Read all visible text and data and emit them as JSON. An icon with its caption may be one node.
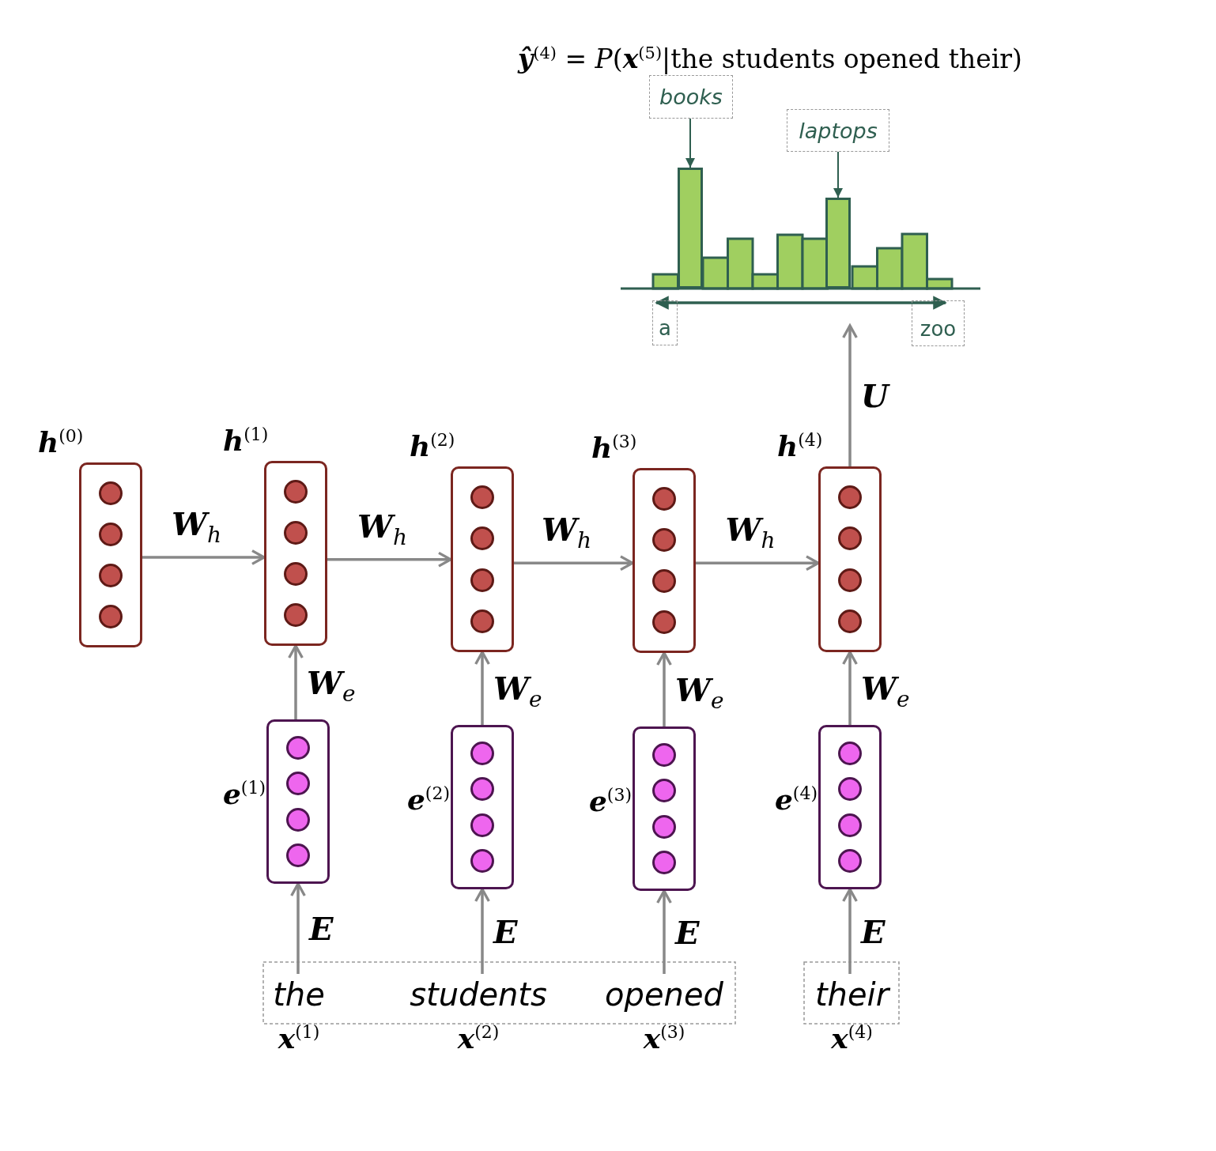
{
  "diagram": {
    "nodes": [
      {
        "text": [
          "h$^{(0)}$"
        ]
      },
      {
        "text": [
          "h$^{(1)}$"
        ]
      },
      {
        "text": [
          "h$^{(2)}$"
        ]
      },
      {
        "text": [
          "h$^{(3)}$"
        ]
      },
      {
        "text": [
          "h$^{(4)}$"
        ]
      },
      {
        "text": [
          "e$^{(1)}$"
        ]
      },
      {
        "text": [
          "e$^{(2)}$"
        ]
      },
      {
        "text": [
          "e$^{(3)}$"
        ]
      },
      {
        "text": [
          "e$^{(4)}$"
        ]
      },
      {
        "text": [
          "the",
          "x$^{(1)}$"
        ]
      },
      {
        "text": [
          "students",
          "x$^{(2)}$"
        ]
      },
      {
        "text": [
          "opened",
          "x$^{(3)}$"
        ]
      },
      {
        "text": [
          "their",
          "x$^{(4)}$"
        ]
      },
      {
        "text": [
          "**ŷ**$^{(4)}$ = *P*(**x**$^{(5)}$|the students opened their)"
        ]
      },
      {
        "text": [
          "books"
        ],
        "in": 13
      },
      {
        "text": [],
        "shape": "bar",
        "in": 13
      },
      {
        "text": [
          "laptops"
        ],
        "in": 13
      },
      {
        "text": [],
        "shape": "bar",
        "in": 13
      }
    ],
    "edges": [
      {
        "from": 0,
        "to": 1,
        "arrow": "to",
        "label": "W$_{h}$"
      },
      {
        "from": 1,
        "to": 2,
        "arrow": "to",
        "label": "W$_{h}$"
      },
      {
        "from": 2,
        "to": 3,
        "arrow": "to",
        "label": "W$_{h}$"
      },
      {
        "from": 3,
        "to": 4,
        "arrow": "to",
        "label": "W$_{h}$"
      },
      {
        "from": 5,
        "to": 1,
        "arrow": "to",
        "label": "W$_{e}$"
      },
      {
        "from": 6,
        "to": 2,
        "arrow": "to",
        "label": "W$_{e}$"
      },
      {
        "from": 7,
        "to": 3,
        "arrow": "to",
        "label": "W$_{e}$"
      },
      {
        "from": 8,
        "to": 4,
        "arrow": "to",
        "label": "W$_{e}$"
      },
      {
        "from": 9,
        "to": 5,
        "arrow": "to",
        "label": "E"
      },
      {
        "from": 10,
        "to": 6,
        "arrow": "to",
        "label": "E"
      },
      {
        "from": 11,
        "to": 7,
        "arrow": "to",
        "label": "E"
      },
      {
        "from": 12,
        "to": 8,
        "arrow": "to",
        "label": "E"
      },
      {
        "from": 4,
        "to": 13,
        "arrow": "to",
        "label": "U"
      },
      {
        "from": 14,
        "to": 15,
        "arrow": "to",
        "color": "#2f5f50"
      },
      {
        "from": 16,
        "to": 17,
        "arrow": "to",
        "color": "#2f5f50"
      }
    ],
    "labels": [
      "a",
      "zoo"
    ]
  }
}
